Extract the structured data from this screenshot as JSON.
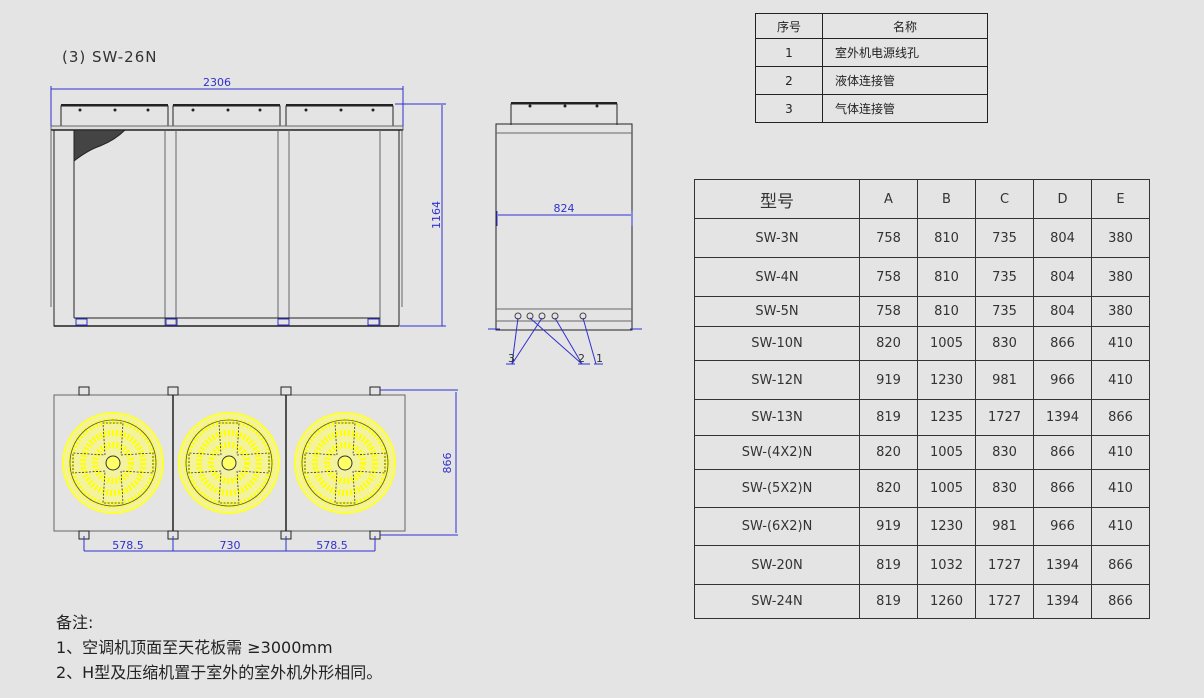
{
  "drawing": {
    "title": "(3)  SW-26N",
    "front_view": {
      "width_dim": "2306",
      "height_dim": "1164"
    },
    "side_view": {
      "width_dim": "824",
      "callouts": [
        "3",
        "2",
        "1"
      ]
    },
    "top_view": {
      "depth_dim": "866",
      "spacing_dims": [
        "578.5",
        "730",
        "578.5"
      ],
      "fan_count": 3,
      "fan_color": "#ffff33"
    },
    "dim_color": "#3030d0"
  },
  "legend_table": {
    "headers": [
      "序号",
      "名称"
    ],
    "rows": [
      {
        "no": "1",
        "name": "室外机电源线孔"
      },
      {
        "no": "2",
        "name": "液体连接管"
      },
      {
        "no": "3",
        "name": "气体连接管"
      }
    ]
  },
  "spec_table": {
    "headers": [
      "型号",
      "A",
      "B",
      "C",
      "D",
      "E"
    ],
    "rows": [
      {
        "model": "SW-3N",
        "A": "758",
        "B": "810",
        "C": "735",
        "D": "804",
        "E": "380",
        "h": 39
      },
      {
        "model": "SW-4N",
        "A": "758",
        "B": "810",
        "C": "735",
        "D": "804",
        "E": "380",
        "h": 39
      },
      {
        "model": "SW-5N",
        "A": "758",
        "B": "810",
        "C": "735",
        "D": "804",
        "E": "380",
        "h": 30
      },
      {
        "model": "SW-10N",
        "A": "820",
        "B": "1005",
        "C": "830",
        "D": "866",
        "E": "410",
        "h": 34
      },
      {
        "model": "SW-12N",
        "A": "919",
        "B": "1230",
        "C": "981",
        "D": "966",
        "E": "410",
        "h": 39
      },
      {
        "model": "SW-13N",
        "A": "819",
        "B": "1235",
        "C": "1727",
        "D": "1394",
        "E": "866",
        "h": 36
      },
      {
        "model": "SW-(4X2)N",
        "A": "820",
        "B": "1005",
        "C": "830",
        "D": "866",
        "E": "410",
        "h": 34
      },
      {
        "model": "SW-(5X2)N",
        "A": "820",
        "B": "1005",
        "C": "830",
        "D": "866",
        "E": "410",
        "h": 38
      },
      {
        "model": "SW-(6X2)N",
        "A": "919",
        "B": "1230",
        "C": "981",
        "D": "966",
        "E": "410",
        "h": 38
      },
      {
        "model": "SW-20N",
        "A": "819",
        "B": "1032",
        "C": "1727",
        "D": "1394",
        "E": "866",
        "h": 39
      },
      {
        "model": "SW-24N",
        "A": "819",
        "B": "1260",
        "C": "1727",
        "D": "1394",
        "E": "866",
        "h": 34
      }
    ]
  },
  "notes": {
    "heading": "备注:",
    "items": [
      "1、空调机顶面至天花板需  ≥3000mm",
      "2、H型及压缩机置于室外的室外机外形相同。"
    ]
  }
}
